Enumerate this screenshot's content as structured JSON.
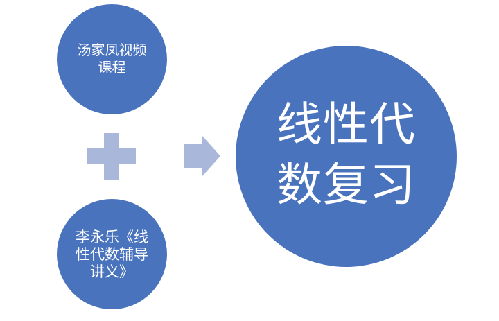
{
  "diagram": {
    "type": "input-combination-to-result",
    "sources": [
      {
        "label": "汤家凤视频课程"
      },
      {
        "label": "李永乐《线性代数辅导讲义》"
      }
    ],
    "operator": {
      "icon": "plus-icon"
    },
    "connector": {
      "icon": "right-arrow-icon"
    },
    "result": {
      "label": "线性代数复习"
    }
  },
  "colors": {
    "circle_fill": "#4A73BE",
    "shape_fill": "#A9B7DA",
    "text": "#FFFFFF",
    "background": "#FFFFFF"
  }
}
